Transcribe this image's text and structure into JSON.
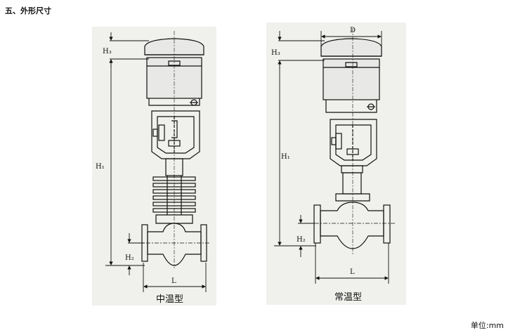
{
  "page": {
    "heading": "五、外形尺寸",
    "unit_note": "单位:mm"
  },
  "left_diagram": {
    "caption": "中温型",
    "labels": {
      "h3": "H₃",
      "h1": "H₁",
      "h2": "H₂",
      "l": "L"
    }
  },
  "right_diagram": {
    "caption": "常温型",
    "labels": {
      "d": "D",
      "h3": "H₃",
      "h1": "H₁",
      "h2": "H₂",
      "l": "L"
    }
  }
}
